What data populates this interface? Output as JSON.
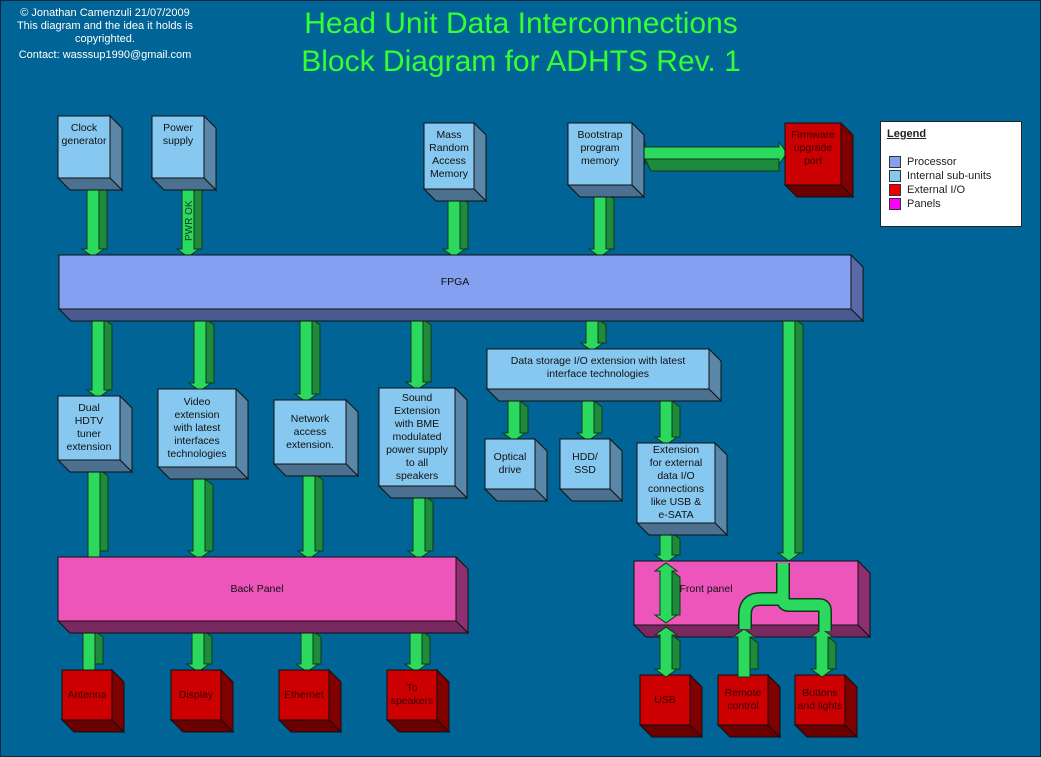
{
  "header": {
    "credit_line1": "© Jonathan Camenzuli 21/07/2009",
    "credit_line2": "This diagram and the idea it holds is",
    "credit_line3": "copyrighted.",
    "contact": "Contact: wasssup1990@gmail.com",
    "title_line1": "Head Unit Data Interconnections",
    "title_line2": "Block Diagram for ADHTS Rev. 1"
  },
  "colors": {
    "background": "#006496",
    "title": "#33ff33",
    "processor": "#84a0f0",
    "internal": "#87c8f0",
    "external": "#cc0000",
    "panel": "#ee55bb",
    "arrow": "#2bd95e",
    "arrow_shade": "#1e8a3c"
  },
  "legend": {
    "title": "Legend",
    "items": [
      {
        "label": "Processor",
        "color": "#84a0f0"
      },
      {
        "label": "Internal sub-units",
        "color": "#87c8f0"
      },
      {
        "label": "External I/O",
        "color": "#ee0000"
      },
      {
        "label": "Panels",
        "color": "#ff00ff"
      }
    ]
  },
  "blocks": {
    "clock": {
      "label": "Clock\ngenerator",
      "type": "internal"
    },
    "power": {
      "label": "Power\nsupply",
      "type": "internal"
    },
    "ram": {
      "label": "Mass\nRandom\nAccess\nMemory",
      "type": "internal"
    },
    "boot": {
      "label": "Bootstrap\nprogram\nmemory",
      "type": "internal"
    },
    "firmware": {
      "label": "Firmware\nupgrade\nport",
      "type": "external"
    },
    "fpga": {
      "label": "FPGA",
      "type": "processor"
    },
    "tuner": {
      "label": "Dual\nHDTV\ntuner\nextension",
      "type": "internal"
    },
    "video": {
      "label": "Video\nextension\nwith latest\ninterfaces\ntechnologies",
      "type": "internal"
    },
    "network": {
      "label": "Network\naccess\nextension.",
      "type": "internal"
    },
    "sound": {
      "label": "Sound\nExtension\nwith BME\nmodulated\npower supply\nto all\nspeakers",
      "type": "internal"
    },
    "storage": {
      "label": "Data storage I/O extension with latest\ninterface technologies",
      "type": "internal"
    },
    "optical": {
      "label": "Optical\ndrive",
      "type": "internal"
    },
    "hdd": {
      "label": "HDD/\nSSD",
      "type": "internal"
    },
    "extio": {
      "label": "Extension\nfor external\ndata I/O\nconnections\nlike USB &\ne-SATA",
      "type": "internal"
    },
    "backpanel": {
      "label": "Back Panel",
      "type": "panel"
    },
    "frontpanel": {
      "label": "Front panel",
      "type": "panel"
    },
    "antenna": {
      "label": "Antenna",
      "type": "external"
    },
    "display": {
      "label": "Display",
      "type": "external"
    },
    "ethernet": {
      "label": "Ethernet",
      "type": "external"
    },
    "speakers": {
      "label": "To\nspeakers",
      "type": "external"
    },
    "usb": {
      "label": "USB",
      "type": "external"
    },
    "remote": {
      "label": "Remote\ncontrol",
      "type": "external"
    },
    "buttons": {
      "label": "Buttons\nand lights",
      "type": "external"
    }
  },
  "connections": [
    {
      "from": "clock",
      "to": "fpga",
      "dir": "down"
    },
    {
      "from": "power",
      "to": "fpga",
      "dir": "down",
      "label": "PWR OK"
    },
    {
      "from": "ram",
      "to": "fpga",
      "dir": "down"
    },
    {
      "from": "boot",
      "to": "fpga",
      "dir": "down"
    },
    {
      "from": "boot",
      "to": "firmware",
      "dir": "both"
    },
    {
      "from": "fpga",
      "to": "tuner",
      "dir": "both"
    },
    {
      "from": "fpga",
      "to": "video",
      "dir": "both"
    },
    {
      "from": "fpga",
      "to": "network",
      "dir": "both"
    },
    {
      "from": "fpga",
      "to": "sound",
      "dir": "both"
    },
    {
      "from": "fpga",
      "to": "storage",
      "dir": "both"
    },
    {
      "from": "fpga",
      "to": "frontpanel",
      "dir": "both"
    },
    {
      "from": "storage",
      "to": "optical",
      "dir": "both"
    },
    {
      "from": "storage",
      "to": "hdd",
      "dir": "both"
    },
    {
      "from": "storage",
      "to": "extio",
      "dir": "both"
    },
    {
      "from": "tuner",
      "to": "backpanel",
      "dir": "up"
    },
    {
      "from": "video",
      "to": "backpanel",
      "dir": "both"
    },
    {
      "from": "network",
      "to": "backpanel",
      "dir": "both"
    },
    {
      "from": "sound",
      "to": "backpanel",
      "dir": "down"
    },
    {
      "from": "extio",
      "to": "frontpanel",
      "dir": "both"
    },
    {
      "from": "backpanel",
      "to": "antenna",
      "dir": "up"
    },
    {
      "from": "backpanel",
      "to": "display",
      "dir": "both"
    },
    {
      "from": "backpanel",
      "to": "ethernet",
      "dir": "both"
    },
    {
      "from": "backpanel",
      "to": "speakers",
      "dir": "down"
    },
    {
      "from": "frontpanel",
      "to": "usb",
      "dir": "both"
    },
    {
      "from": "remote",
      "to": "frontpanel",
      "dir": "up"
    },
    {
      "from": "frontpanel",
      "to": "buttons",
      "dir": "both"
    }
  ]
}
